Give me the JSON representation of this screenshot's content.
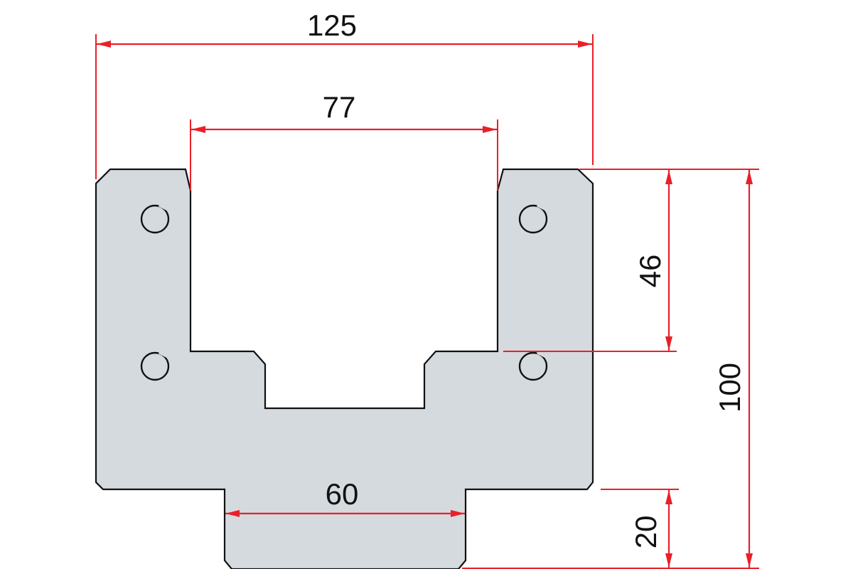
{
  "colors": {
    "part_fill": "#d5dade",
    "part_stroke": "#111111",
    "dimension": "#e8202a"
  },
  "dimensions": {
    "overall_width": "125",
    "slot_width": "77",
    "upper_height": "46",
    "overall_height": "100",
    "tang_width": "60",
    "tang_height": "20"
  }
}
